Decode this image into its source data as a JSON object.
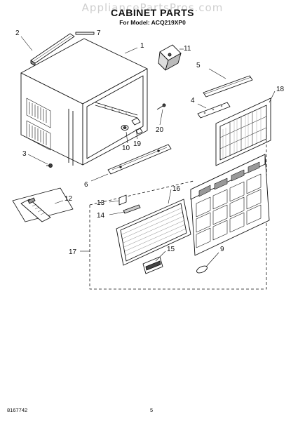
{
  "watermark": "AppliancePartsPros.com",
  "title": "CABINET PARTS",
  "subtitle": "For Model: ACQ219XP0",
  "callouts": {
    "c1": "1",
    "c2": "2",
    "c3": "3",
    "c4": "4",
    "c5": "5",
    "c6": "6",
    "c7": "7",
    "c9": "9",
    "c10": "10",
    "c11": "11",
    "c12": "12",
    "c13": "13",
    "c14": "14",
    "c15": "15",
    "c16": "16",
    "c17": "17",
    "c18": "18",
    "c19": "19",
    "c20": "20"
  },
  "footer": {
    "doc_number": "8167742",
    "page_number": "5"
  }
}
